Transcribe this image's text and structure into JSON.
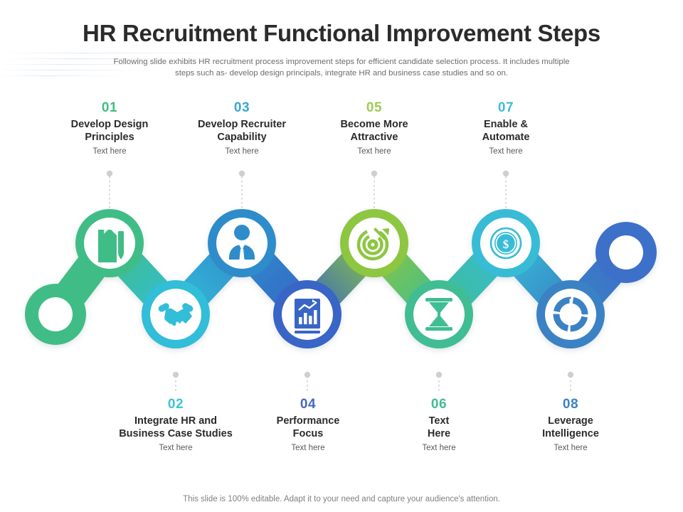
{
  "slide": {
    "title": "HR Recruitment Functional Improvement Steps",
    "subtitle": "Following slide exhibits HR recruitment process improvement steps for efficient candidate selection process. It includes multiple steps such as- develop design principals, integrate HR and business case studies and so on.",
    "footer": "This slide is 100% editable. Adapt it to your need and capture your audience's attention."
  },
  "colors": {
    "green": "#3fbd86",
    "cyan": "#33bdd8",
    "blue": "#2e8ccb",
    "royal": "#3765c6",
    "lime": "#8dc63f",
    "teal": "#3fbd93",
    "sky": "#37bcd6",
    "steel": "#3a82c4",
    "end_blue": "#3c6fc9",
    "title_text": "#2b2b2b",
    "body_text": "#6d6d6d",
    "connector": "#b9b9b9"
  },
  "steps": [
    {
      "number": "01",
      "number_color": "#3fbd86",
      "title": "Develop Design\nPrinciples",
      "sub": "Text here",
      "icon": "document-pencil-icon",
      "position": "top",
      "circle_color": "#3fbd86"
    },
    {
      "number": "02",
      "number_color": "#33bdd8",
      "title": "Integrate HR and\nBusiness Case Studies",
      "sub": "Text here",
      "icon": "handshake-icon",
      "position": "bottom",
      "circle_color": "#33bdd8"
    },
    {
      "number": "03",
      "number_color": "#2e8ccb",
      "title": "Develop Recruiter\nCapability",
      "sub": "Text here",
      "icon": "businessperson-icon",
      "position": "top",
      "circle_color": "#2e8ccb"
    },
    {
      "number": "04",
      "number_color": "#3765c6",
      "title": "Performance\nFocus",
      "sub": "Text here",
      "icon": "bar-chart-report-icon",
      "position": "bottom",
      "circle_color": "#3765c6"
    },
    {
      "number": "05",
      "number_color": "#8dc63f",
      "title": "Become More\nAttractive",
      "sub": "Text here",
      "icon": "target-dart-icon",
      "position": "top",
      "circle_color": "#8dc63f"
    },
    {
      "number": "06",
      "number_color": "#3fbd93",
      "title": "Text\nHere",
      "sub": "Text here",
      "icon": "hourglass-icon",
      "position": "bottom",
      "circle_color": "#3fbd93"
    },
    {
      "number": "07",
      "number_color": "#37bcd6",
      "title": "Enable &\nAutomate",
      "sub": "Text here",
      "icon": "dollar-coin-icon",
      "position": "top",
      "circle_color": "#37bcd6"
    },
    {
      "number": "08",
      "number_color": "#3a82c4",
      "title": "Leverage\nIntelligence",
      "sub": "Text here",
      "icon": "donut-chart-icon",
      "position": "bottom",
      "circle_color": "#3a82c4"
    }
  ]
}
